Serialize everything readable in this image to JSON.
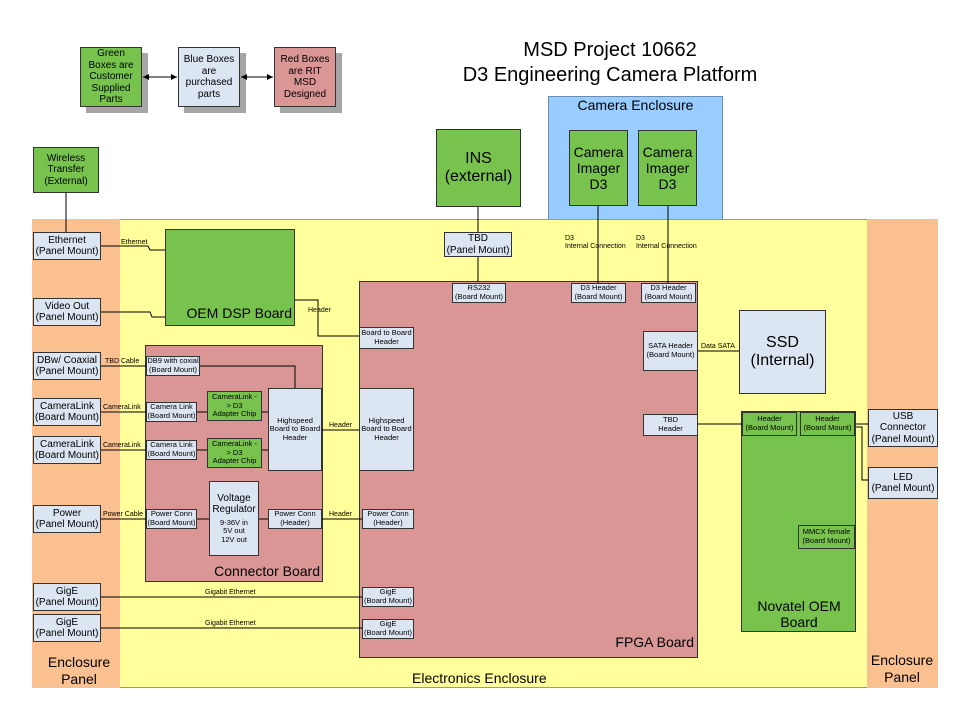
{
  "title": {
    "line1": "MSD Project 10662",
    "line2": "D3 Engineering Camera Platform"
  },
  "legend": {
    "green": "Green\nBoxes are\nCustomer\nSupplied\nParts",
    "blue": "Blue Boxes\nare\npurchased\nparts",
    "red": "Red Boxes\nare RIT\nMSD\nDesigned"
  },
  "regions": {
    "electronics_enclosure": "Electronics  Enclosure",
    "enclosure_panel_left": "Enclosure\nPanel",
    "enclosure_panel_right": "Enclosure\nPanel",
    "camera_enclosure": "Camera Enclosure"
  },
  "external": {
    "wireless": "Wireless\nTransfer\n(External)",
    "ins": "INS\n(external)",
    "camera1": "Camera\nImager\nD3",
    "camera2": "Camera\nImager\nD3",
    "ssd": "SSD\n(Internal)"
  },
  "left_panel": {
    "ethernet": "Ethernet\n(Panel Mount)",
    "video_out": "Video Out\n(Panel Mount)",
    "dbw_coaxial": "DBw/ Coaxial\n(Panel Mount)",
    "cameralink1": "CameraLink\n(Board Mount)",
    "cameralink2": "CameraLink\n(Board Mount)",
    "power": "Power\n(Panel Mount)",
    "gige1": "GigE\n(Panel Mount)",
    "gige2": "GigE\n(Panel Mount)"
  },
  "right_panel": {
    "usb": "USB\nConnector\n(Panel Mount)",
    "led": "LED\n(Panel Mount)"
  },
  "boards": {
    "oem_dsp": "OEM DSP Board",
    "connector": "Connector Board",
    "fpga": "FPGA Board",
    "novatel": "Novatel OEM\nBoard"
  },
  "connector_board": {
    "db9": "DB9 with coxial\n(Board Mount)",
    "camlink1": "Camera Link\n(Board Mount)",
    "camlink2": "Camera Link\n(Board Mount)",
    "adapter1": "CameraLink -\n> D3\nAdapter Chip",
    "adapter2": "CameraLink -\n> D3\nAdapter Chip",
    "highspeed": "Highspeed\nBoard to Board\nHeader",
    "power_conn_board": "Power Conn\n(Board Mount)",
    "voltage_reg": "Voltage\nRegulator",
    "voltage_spec": "9-36V in\n5V out\n12V out",
    "power_conn_header": "Power Conn\n(Header)"
  },
  "fpga_board": {
    "tbd_panel": "TBD\n(Panel Mount)",
    "rs232": "RS232\n(Board Mount)",
    "d3_header1": "D3 Header\n(Board Mount)",
    "d3_header2": "D3 Header\n(Board Mount)",
    "b2b_header": "Board to Board\nHeader",
    "highspeed": "Highspeed\nBoard to Board\nHeader",
    "power_conn": "Power Conn\n(Header)",
    "sata": "SATA Header\n(Board Mount)",
    "tbd_header": "TBD\nHeader",
    "gige1": "GigE\n(Board Mount)",
    "gige2": "GigE\n(Board Mount)"
  },
  "novatel_board": {
    "header1": "Header\n(Board Mount)",
    "header2": "Header\n(Board Mount)",
    "mmcx": "MMCX female\n(Board Mount)"
  },
  "wire_labels": {
    "ethernet": "Ethernet",
    "header_dsp": "Header",
    "tbd_cable": "TBD Cable",
    "cameralink1": "CameraLink",
    "cameralink2": "CameraLink",
    "power_cable": "Power Cable",
    "header_hs": "Header",
    "header_pwr": "Header",
    "data_sata": "Data SATA",
    "d3_internal1": "D3\nInternal Connection",
    "d3_internal2": "D3\nInternal Connection",
    "gigabit1": "Gigabit Ethernet",
    "gigabit2": "Gigabit Ethernet"
  },
  "colors": {
    "green": "#77c34d",
    "blue": "#dce6f2",
    "red": "#d99694",
    "enclosure_yellow": "#ffff9b",
    "panel_orange": "#fac090",
    "camera_enclosure_blue": "#99ccff"
  }
}
